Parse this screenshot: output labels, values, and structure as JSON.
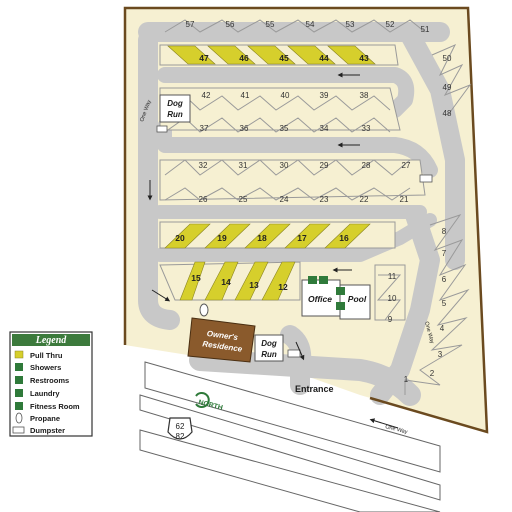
{
  "colors": {
    "background": "#f6f0d2",
    "border": "#6b4a1f",
    "road": "#c8c8c8",
    "road_edge": "#9a9a9a",
    "pull_thru": "#d6cf2c",
    "legend_header": "#3c7a3c",
    "residence": "#8a5a2c"
  },
  "sites": {
    "top_row": [
      "57",
      "56",
      "55",
      "54",
      "53",
      "52",
      "51"
    ],
    "row_47_43": [
      "47",
      "46",
      "45",
      "44",
      "43"
    ],
    "row_42_38": [
      "42",
      "41",
      "40",
      "39",
      "38"
    ],
    "row_37_33": [
      "37",
      "36",
      "35",
      "34",
      "33"
    ],
    "row_32_27": [
      "32",
      "31",
      "30",
      "29",
      "28",
      "27"
    ],
    "row_26_21": [
      "26",
      "25",
      "24",
      "23",
      "22",
      "21"
    ],
    "row_20_16": [
      "20",
      "19",
      "18",
      "17",
      "16"
    ],
    "row_15_12": [
      "15",
      "14",
      "13",
      "12"
    ],
    "right_upper": [
      "50",
      "49",
      "48"
    ],
    "right_lower": [
      "8",
      "7",
      "6",
      "5",
      "4",
      "3",
      "2",
      "1"
    ],
    "center": [
      "11",
      "10",
      "9"
    ]
  },
  "buildings": {
    "dog_run_top": [
      "Dog",
      "Run"
    ],
    "dog_run_bottom": [
      "Dog",
      "Run"
    ],
    "owners_residence": [
      "Owner's",
      "Residence"
    ],
    "office": "Office",
    "pool": "Pool"
  },
  "roads": {
    "entrance": "Entrance",
    "north": "NORTH",
    "highway_shield": [
      "62",
      "82"
    ],
    "one_way_labels": [
      "One Way",
      "One Way",
      "One Way"
    ]
  },
  "legend": {
    "title": "Legend",
    "items": [
      {
        "label": "Pull Thru",
        "icon": "pull-thru-swatch"
      },
      {
        "label": "Showers",
        "icon": "shower-icon"
      },
      {
        "label": "Restrooms",
        "icon": "restroom-icon"
      },
      {
        "label": "Laundry",
        "icon": "laundry-icon"
      },
      {
        "label": "Fitness Room",
        "icon": "fitness-icon"
      },
      {
        "label": "Propane",
        "icon": "propane-icon"
      },
      {
        "label": "Dumpster",
        "icon": "dumpster-icon"
      }
    ]
  }
}
